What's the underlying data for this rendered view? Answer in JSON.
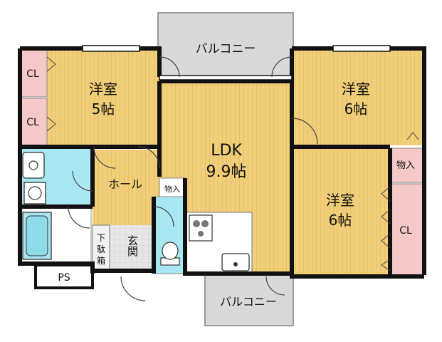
{
  "colors": {
    "wall": "#111111",
    "room_wood": "#f1cf7a",
    "room_wood_stripe": "#e4b85a",
    "closet": "#f6c8c8",
    "water": "#a9e8f3",
    "balcony": "#d9d9d9",
    "genkan_tile": "#e6e6e6",
    "white": "#ffffff"
  },
  "rooms": {
    "western_5": {
      "name": "洋室",
      "size": "5帖"
    },
    "western_6_top": {
      "name": "洋室",
      "size": "6帖"
    },
    "ldk": {
      "name": "LDK",
      "size": "9.9帖"
    },
    "western_6_bottom": {
      "name": "洋室",
      "size": "6帖"
    },
    "hall": {
      "name": "ホール"
    },
    "genkan": {
      "name": "玄関"
    },
    "shoe_box": {
      "chars": [
        "下",
        "駄",
        "箱"
      ]
    }
  },
  "balcony": {
    "top": "バルコニー",
    "bottom": "バルコニー"
  },
  "storage": {
    "cl_left_top": "CL",
    "cl_left_bottom": "CL",
    "cl_right": "CL",
    "monoire_right": "物入",
    "monoire_center": "物入",
    "ps": "PS"
  },
  "icons": {
    "sink": "washbasin-icon",
    "washer": "washing-machine-icon",
    "bath": "bathtub-icon",
    "toilet": "toilet-icon",
    "stove": "stove-icon",
    "kitchen_sink": "kitchen-sink-icon"
  }
}
